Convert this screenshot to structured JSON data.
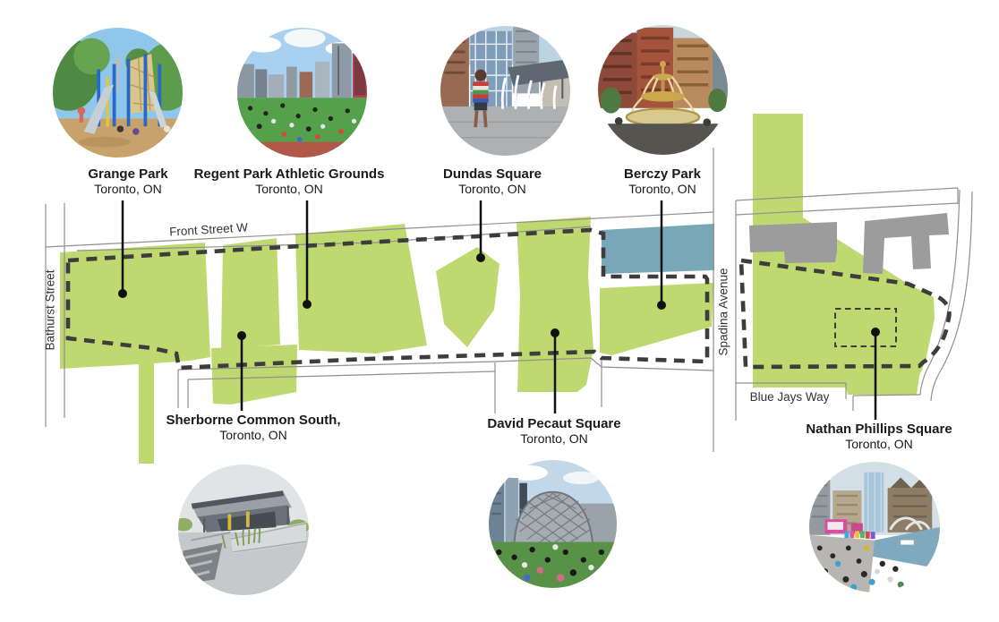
{
  "parks": [
    {
      "name": "Grange Park",
      "city": "Toronto, ON"
    },
    {
      "name": "Regent Park Athletic Grounds",
      "city": "Toronto, ON"
    },
    {
      "name": "Dundas Square",
      "city": "Toronto, ON"
    },
    {
      "name": "Berczy Park",
      "city": "Toronto, ON"
    },
    {
      "name": "Sherborne Common South,",
      "city": "Toronto, ON"
    },
    {
      "name": "David Pecaut Square",
      "city": "Toronto, ON"
    },
    {
      "name": "Nathan Phillips Square",
      "city": "Toronto, ON"
    }
  ],
  "streets": {
    "front": "Front Street W",
    "bathurst": "Bathurst Street",
    "spadina": "Spadina Avenue",
    "blue_jays": "Blue Jays Way"
  },
  "colors": {
    "park_green": "#bed970",
    "water_blue": "#78a7b8",
    "building_gray": "#9c9c9c",
    "street_line_gray": "#909090",
    "boundary_dash_gray": "#3d3d3d",
    "text_black": "#1a1a1a",
    "background": "#ffffff"
  }
}
